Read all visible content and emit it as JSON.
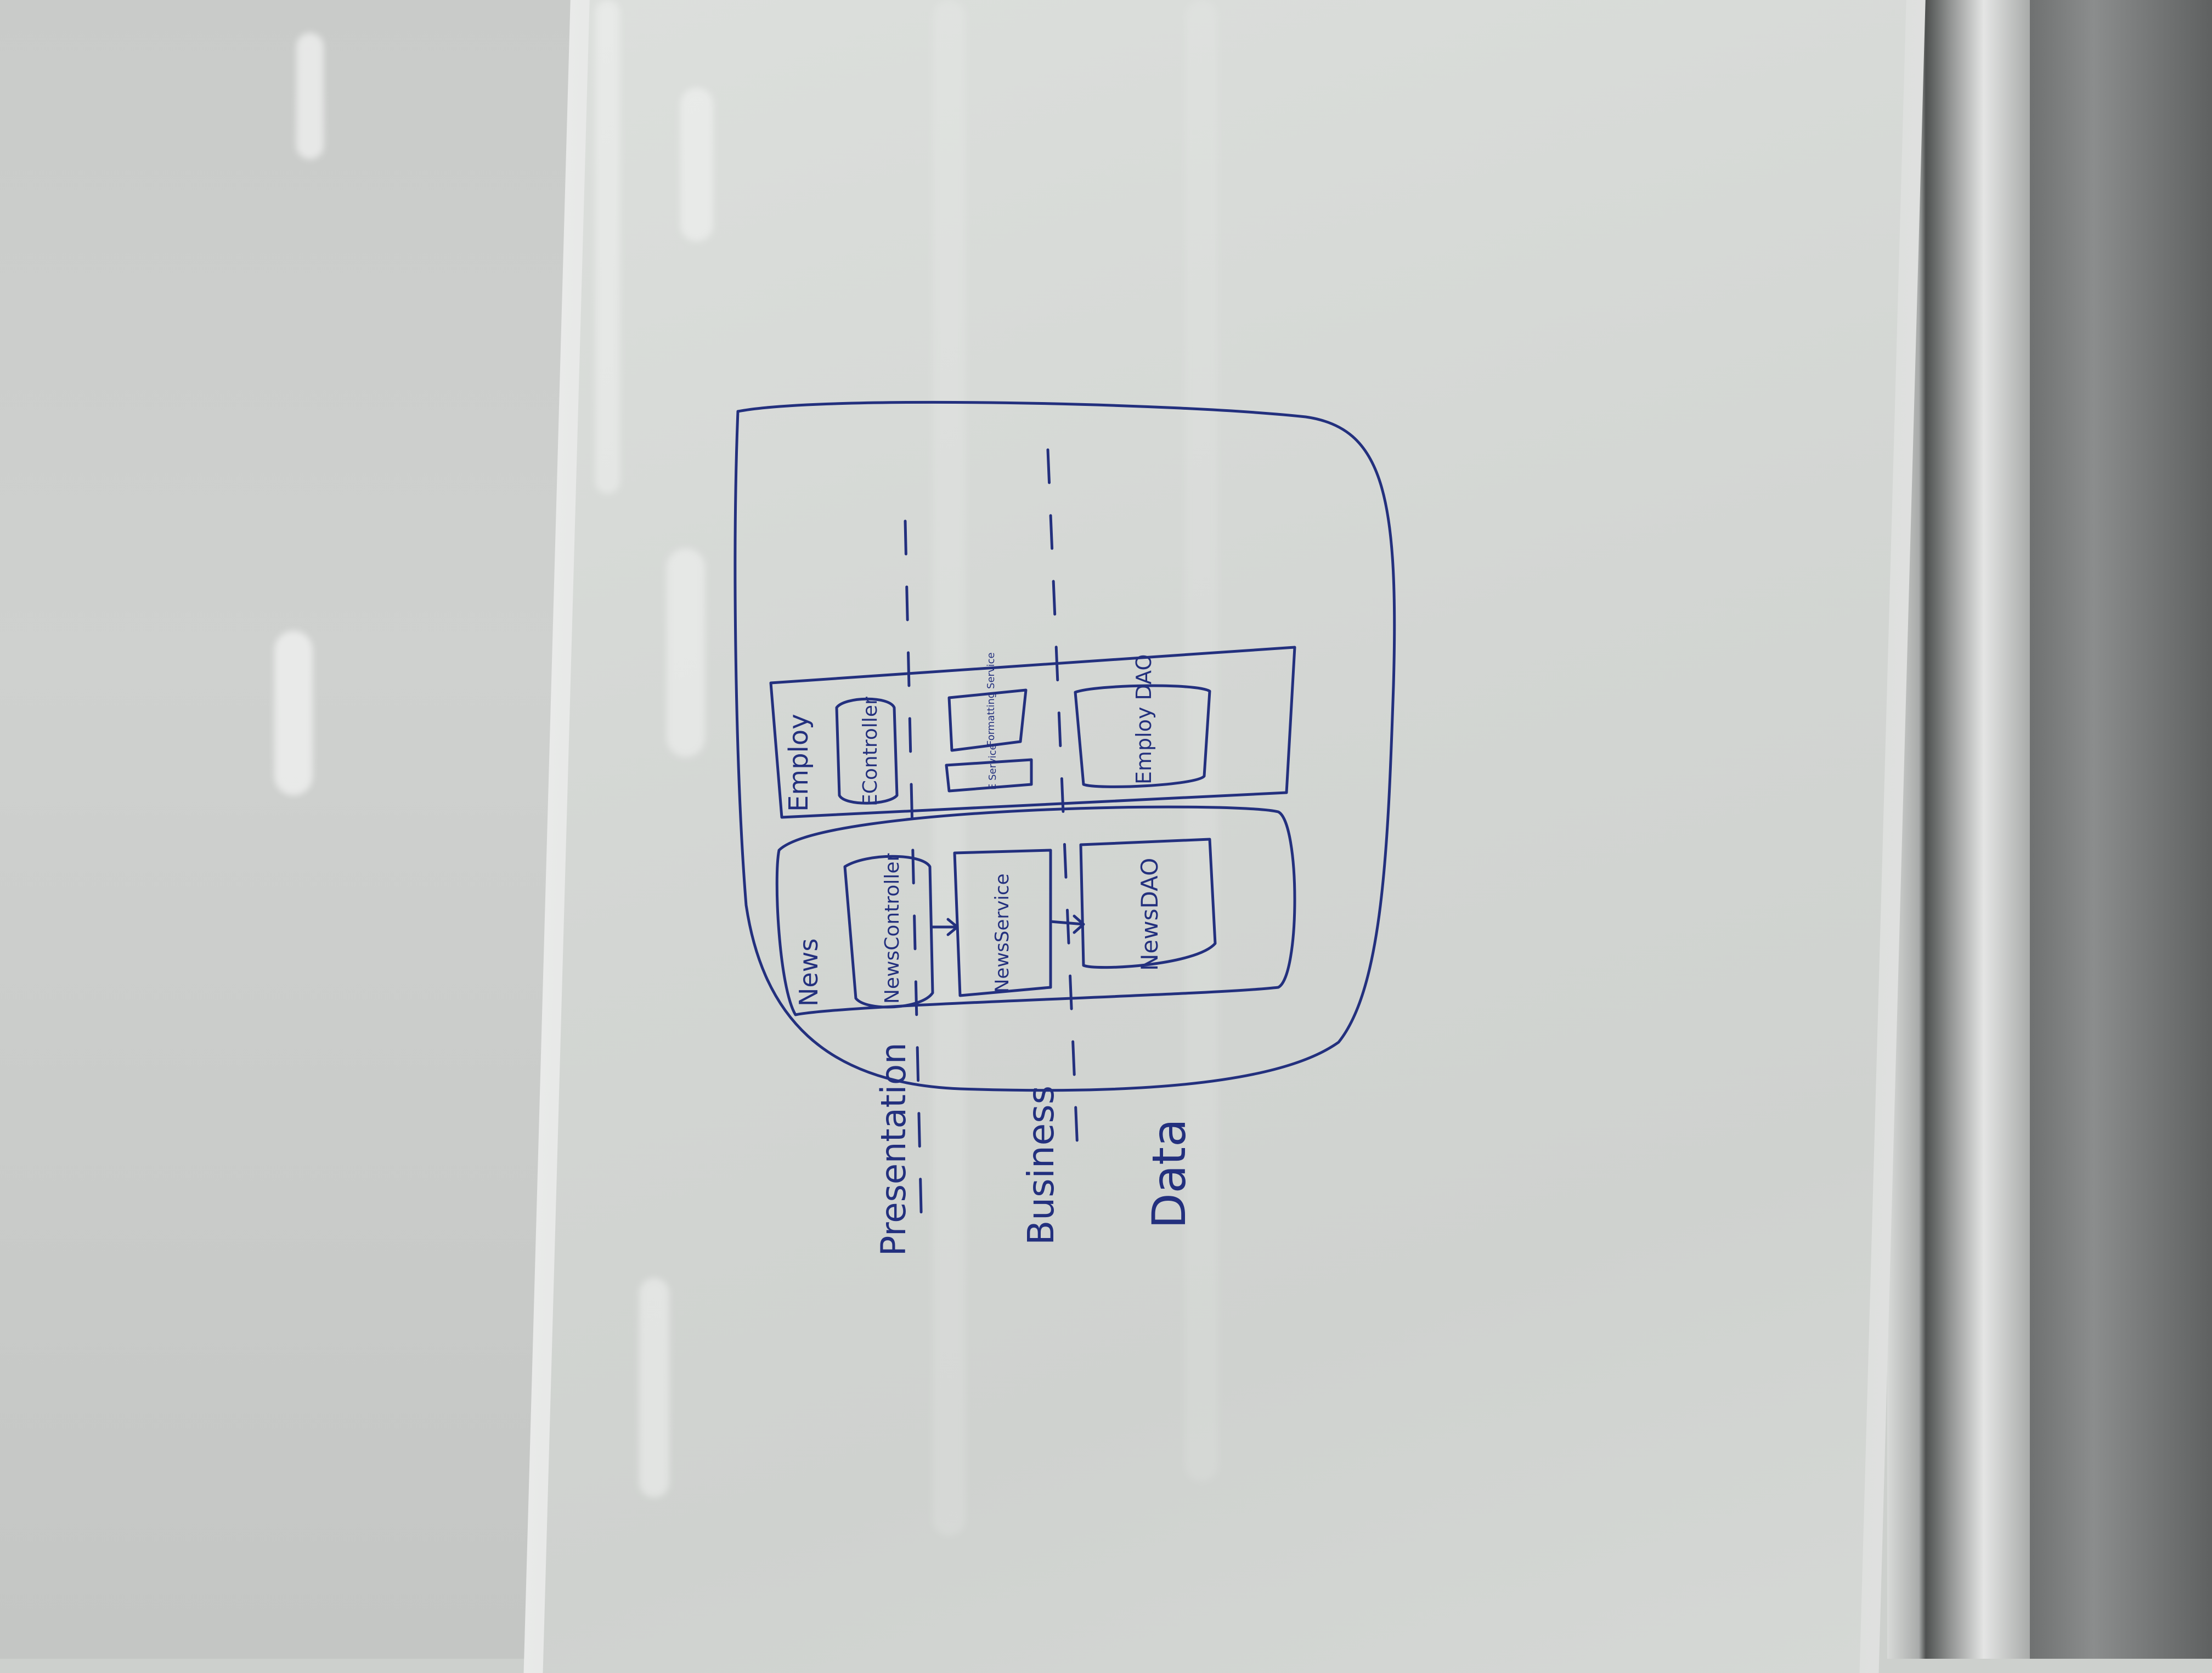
{
  "whiteboard": {
    "ink_color": "#23307e",
    "layers": {
      "presentation": "Presentation",
      "business": "Business",
      "data": "Data"
    },
    "employ_module": {
      "title": "Employ",
      "controller": "EController",
      "formatting_service": "Formatting Service",
      "e_service": "E Service",
      "dao": "Employ DAO"
    },
    "news_module": {
      "title": "News",
      "controller": "NewsController",
      "service": "NewsService",
      "dao": "NewsDAO"
    }
  }
}
